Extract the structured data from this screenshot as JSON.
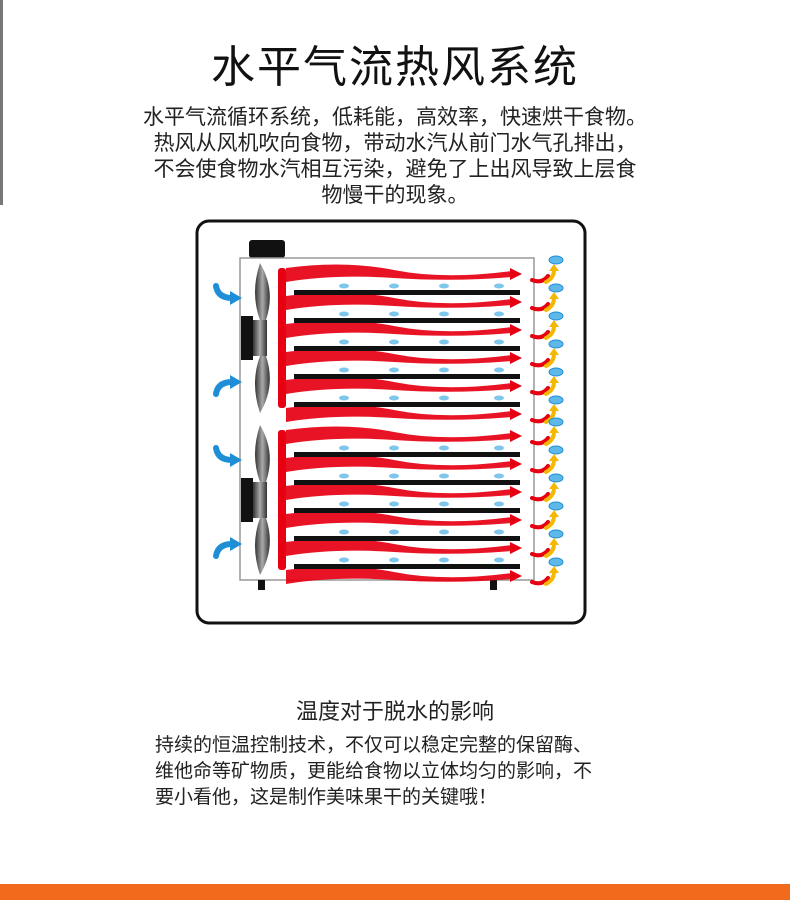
{
  "title": "水平气流热风系统",
  "intro_lines": [
    "水平气流循环系统，低耗能，高效率，快速烘干食物。",
    "热风从风机吹向食物，带动水汽从前门水气孔排出，",
    "不会使食物水汽相互污染，避免了上出风导致上层食",
    "物慢干的现象。"
  ],
  "diagram": {
    "fan_units": 2,
    "shelves_per_unit": 5,
    "colors": {
      "hot_air": "#e60012",
      "intake_arrow": "#1e8fd6",
      "exhaust_arrow": "#f5b800",
      "vapor_drop": "#5fb8e8",
      "shelf": "#111111"
    },
    "icons": [
      "fan-icon",
      "intake-arrow-icon",
      "hot-air-flow-icon",
      "exhaust-arrow-icon",
      "vapor-drop-icon"
    ]
  },
  "section2": {
    "subtitle": "温度对于脱水的影响",
    "lines": [
      "持续的恒温控制技术，不仅可以稳定完整的保留酶、",
      "维他命等矿物质，更能给食物以立体均匀的影响，不",
      "要小看他，这是制作美味果干的关键哦！"
    ]
  },
  "colors": {
    "footer_bar": "#f26a1b"
  }
}
